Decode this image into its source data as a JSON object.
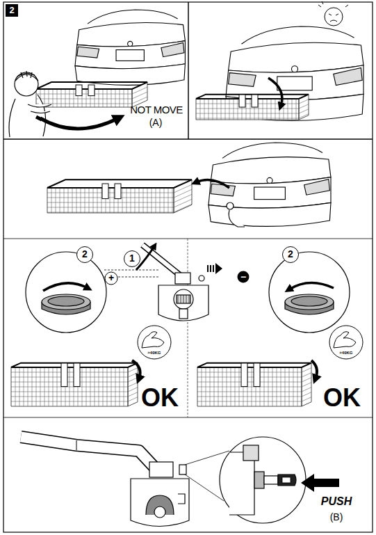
{
  "diagram": {
    "nodes": [
      {
        "text": [
          "2"
        ]
      },
      {
        "text": [
          "1"
        ]
      },
      {
        "text": [
          "2"
        ]
      },
      {
        "text": [
          "2"
        ]
      }
    ],
    "labels": [
      "NOT MOVE",
      "(A)",
      "+",
      "−",
      "≈40KG",
      "≈40KG",
      "OK",
      "OK",
      "PUSH",
      "(B)"
    ]
  }
}
